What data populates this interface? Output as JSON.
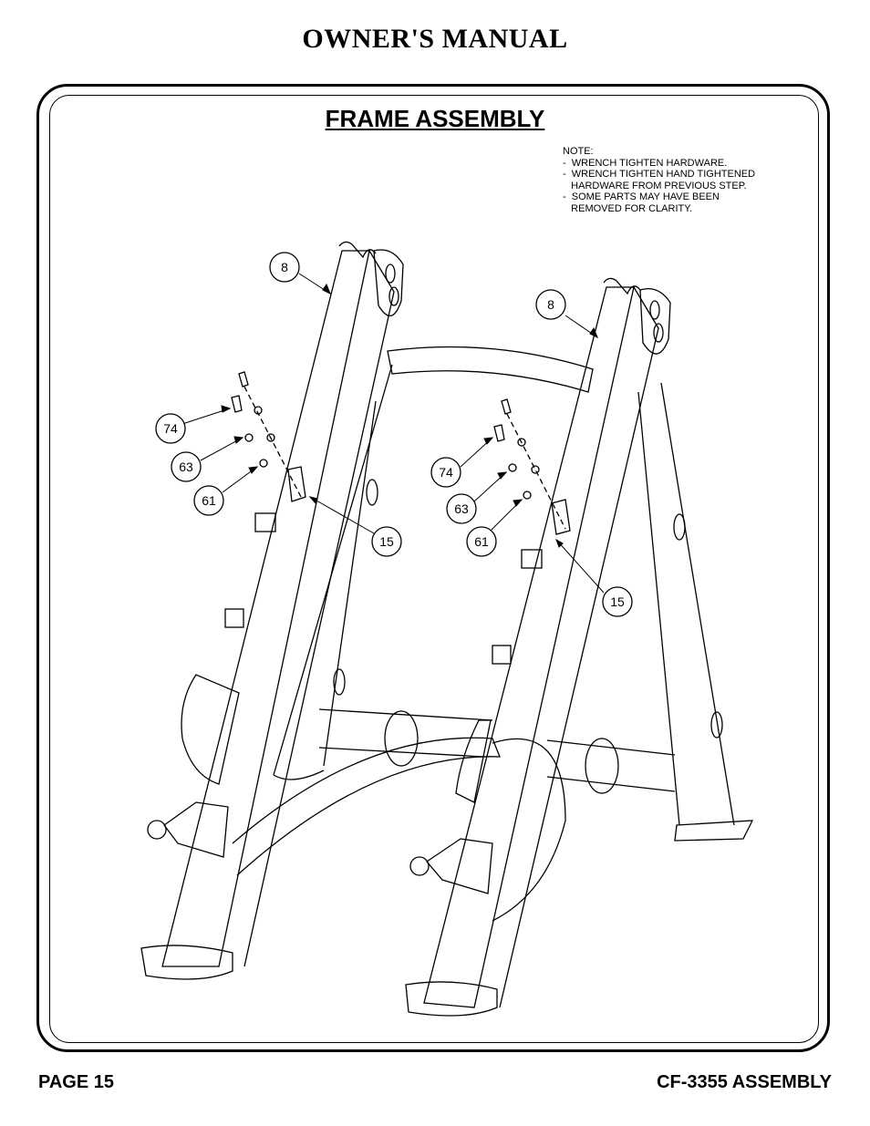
{
  "header": {
    "title": "OWNER'S MANUAL"
  },
  "section": {
    "title": "FRAME ASSEMBLY"
  },
  "note": {
    "lines": [
      "NOTE:",
      "-  WRENCH TIGHTEN HARDWARE.",
      "-  WRENCH TIGHTEN HAND TIGHTENED",
      "   HARDWARE FROM PREVIOUS STEP.",
      "-  SOME PARTS MAY HAVE BEEN",
      "   REMOVED FOR CLARITY."
    ]
  },
  "callouts": {
    "left_upright": "8",
    "right_upright": "8",
    "left_bolt": "74",
    "left_lock_washer": "63",
    "left_flat_washer": "61",
    "left_bracket": "15",
    "right_bolt": "74",
    "right_lock_washer": "63",
    "right_flat_washer": "61",
    "right_bracket": "15"
  },
  "footer": {
    "page": "PAGE 15",
    "model": "CF-3355 ASSEMBLY"
  }
}
